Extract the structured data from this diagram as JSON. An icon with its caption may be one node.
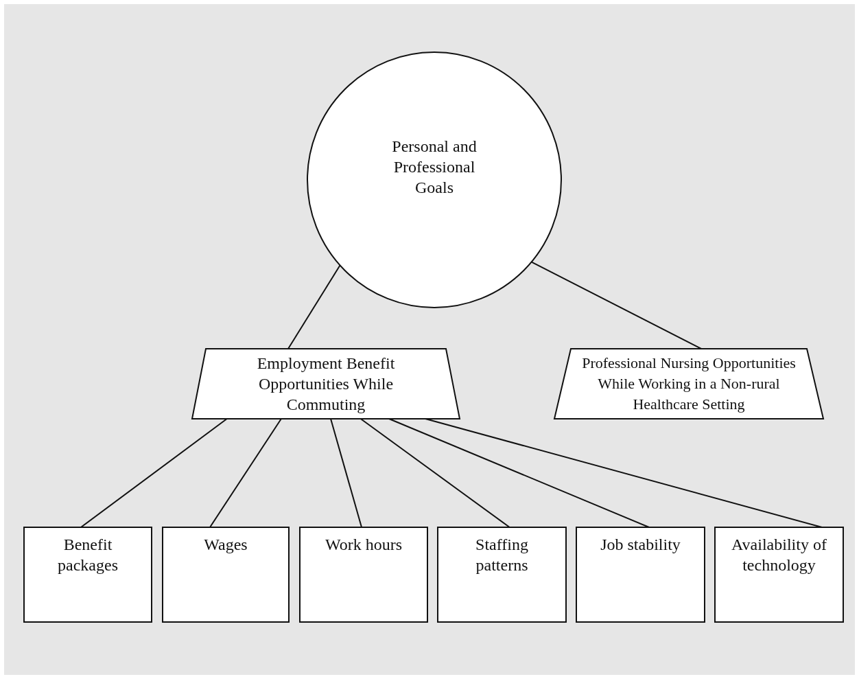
{
  "diagram": {
    "nodes": [
      {
        "text": [
          "Personal and Professional Goals"
        ]
      },
      {
        "text": [
          "Employment Benefit Opportunities While Commuting"
        ]
      },
      {
        "text": [
          "Professional Nursing Opportunities While Working in a Non-rural Healthcare Setting"
        ]
      },
      {
        "text": [
          "Benefit packages"
        ]
      },
      {
        "text": [
          "Wages"
        ]
      },
      {
        "text": [
          "Work hours"
        ]
      },
      {
        "text": [
          "Staffing patterns"
        ]
      },
      {
        "text": [
          "Job stability"
        ]
      },
      {
        "text": [
          "Availability of technology"
        ]
      }
    ],
    "edges": [
      {
        "from": 0,
        "to": 1,
        "arrow": "none"
      },
      {
        "from": 0,
        "to": 2,
        "arrow": "none"
      },
      {
        "from": 1,
        "to": 3,
        "arrow": "none"
      },
      {
        "from": 1,
        "to": 4,
        "arrow": "none"
      },
      {
        "from": 1,
        "to": 5,
        "arrow": "none"
      },
      {
        "from": 1,
        "to": 6,
        "arrow": "none"
      },
      {
        "from": 1,
        "to": 7,
        "arrow": "none"
      },
      {
        "from": 1,
        "to": 8,
        "arrow": "none"
      }
    ]
  }
}
